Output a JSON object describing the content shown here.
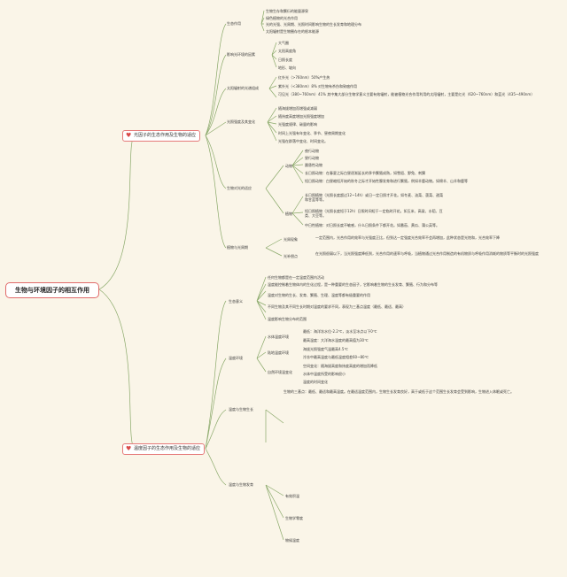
{
  "root": "生物与环境因子的相互作用",
  "light": {
    "title": "光因子的生态作用及生物的适应",
    "b1": {
      "label": "生态作用",
      "items": [
        "生物生存和繁衍的能量源泉",
        "绿色植物的光合作用",
        "光的光强、光周期、光照时间影响生物的生长发育和地理分布",
        "太阳辐射是生物圈存在的根本能源"
      ]
    },
    "b2": {
      "label": "影响光环境的因素",
      "items": [
        "大气圈",
        "太阳高度角",
        "日照长度",
        "地形、坡向"
      ]
    },
    "b3": {
      "label": "太阳辐射的光谱组成",
      "items": [
        "红外光（>760nm）50%产生热",
        "紫外光（<380nm）8% 对生物有杀伤和致癌作用",
        "可见光（380~760nm）41% 其中集大部分生物学意义主要有效辐射，能被植物光合作用利用的太阳辐射，主要是红光（620~760nm）和蓝光（435~490nm）"
      ]
    },
    "b4": {
      "label": "光照强度及其变化",
      "items": [
        "随海拔增加而增强或减弱",
        "随纬度高度增加光照强度增加",
        "光强度规律、碳量的影响",
        "时间上光强有年变化、季节、昼夜周期变化",
        "光强在群落中变化、时间变化。"
      ]
    },
    "b5": {
      "label": "生物对光的适应",
      "animal": {
        "label": "动物",
        "items": [
          "夜行动物",
          "昼行动物",
          "晨昏性动物",
          "长日照动物：在春夏之际白昼逐渐延长的季节繁殖成熟，如雪貂、野兔、刺猬",
          "短日照动物：白昼缩短开始的秋冬之际才开始性腺发育和进行繁殖，例如羊鹿动物。如绵羊、山羊和鹿等"
        ]
      },
      "plant": {
        "label": "植物",
        "items": [
          "长日照植物（光照长度超过12~14h）或日一定日照才开花。如冬麦、油菜、菠菜、甜菜和甘蓝等等。",
          "短日照植物（光照长度短于12h）日照时间短于一定临时开花。如玉米、高粱、水稻、豆类、大豆等。",
          "中日性植物：对日照长度不敏感，什么日照条件下都开花。如番茄、黄瓜、蒲公英等。"
        ]
      }
    },
    "b6": {
      "label": "植物与光周期",
      "p1": {
        "label": "光周现象",
        "text": "一定范围内，光合作用的效率与光强度正比，但到达一定强度光合效率不会再增加，此种状态是光饱和，光合效率下降"
      },
      "p2": {
        "label": "光补偿点",
        "text": "在光照很弱以下，当光照强度降低到，光合作用的速率与呼吸，当植物通过光合作用制造的有机物质与呼吸作用消耗的物质等平衡时的光照强度"
      }
    }
  },
  "temp": {
    "title": "温度因子的生态作用及生物的适应",
    "c1": {
      "label": "生态意义",
      "items": [
        "任何生物都是在一定温度范围内活动",
        "温度能控制着生物体内的生化过程，是一种重要的生态因子，它影响着生物的生长发育、繁殖、行为和分布等",
        "温度对生物的生长、发育、繁殖、生理、温度等都有极重要的作用",
        "不同生物及其不同生长时期对温度的要求不同，表现为三基点温度（最低、最适、最高）",
        "温度影响生物分布的范围"
      ]
    },
    "c2": {
      "label": "温度环境",
      "items": [
        "水体温度环境",
        "陆地温度环境",
        "自然环境温变化"
      ],
      "water": [
        "最低：海洋冻水位-2.2℃，淡水至冰点以下0℃",
        "最高温度：大洋海水温度的最高值为30℃"
      ],
      "land": [
        "海拔光照强度气温最高4.5℃",
        "冷冻中最高温度与最低温度相差60~80℃"
      ],
      "nat": [
        "空间变化：随海拔高度和纬度高度的增加而降低",
        "水体中温度所受的影响很小",
        "温度的时间变化"
      ]
    },
    "c3": {
      "label": "温度与生物生长",
      "text": "生物的三基点：最低、最适和最高温度。在最适温度范围内，生物生长发育良好，高于或低于这个范围生长发育会受到影响，生物进入休眠或死亡。"
    },
    "c4": {
      "label": "温度与生物发育",
      "items": [
        "有效积温",
        "生物学零度",
        "物候温度"
      ]
    }
  }
}
